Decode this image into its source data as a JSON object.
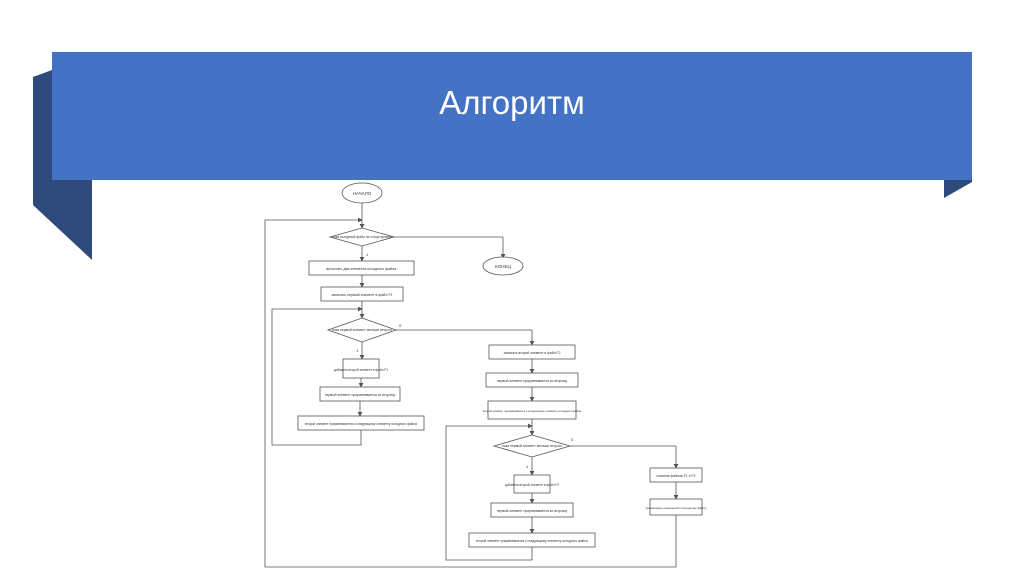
{
  "slide": {
    "title": "Алгоритм"
  },
  "colors": {
    "banner": "#4472c4",
    "banner_shadow": "#2e4a7d",
    "line": "#555555"
  },
  "flowchart": {
    "start": "НАЧАЛО",
    "end": "КОНЕЦ",
    "cond_source_empty": "пока исходный файл не отсортирован",
    "label_yes_1": "1",
    "read_two": "прочитать два элемента исходного файла",
    "write_first_f1": "записать первый элемент в файл F1",
    "cond_first_less": "пока первый элемент меньше второго",
    "label_yes_2": "1",
    "label_no_2": "0",
    "add_second_f1": "добавить второй элемент в файл F1",
    "first_assign_second": "первый элемент приравнивается ко второму",
    "second_assign_next": "второй элемент приравнивается к следующему элементу исходного файла",
    "write_second_f2": "записать второй элемент в файл F2",
    "first_assign_second_r": "первый элемент приравнивается ко второму",
    "second_assign_next_r": "второй элемент приравнивается к следующему элементу исходного файла",
    "cond_first_less_r": "пока первый элемент меньше второго",
    "label_yes_3": "1",
    "label_no_3": "0",
    "add_second_f2": "добавить второй элемент в файл F2",
    "first_assign_second_r2": "первый элемент приравнивается ко второму",
    "second_assign_next_r2": "второй элемент приравнивается к следующему элементу исходного файла",
    "merge_files": "слияние файлов F1 и F2",
    "apply_changes": "применение изменений к исходному файлу"
  }
}
